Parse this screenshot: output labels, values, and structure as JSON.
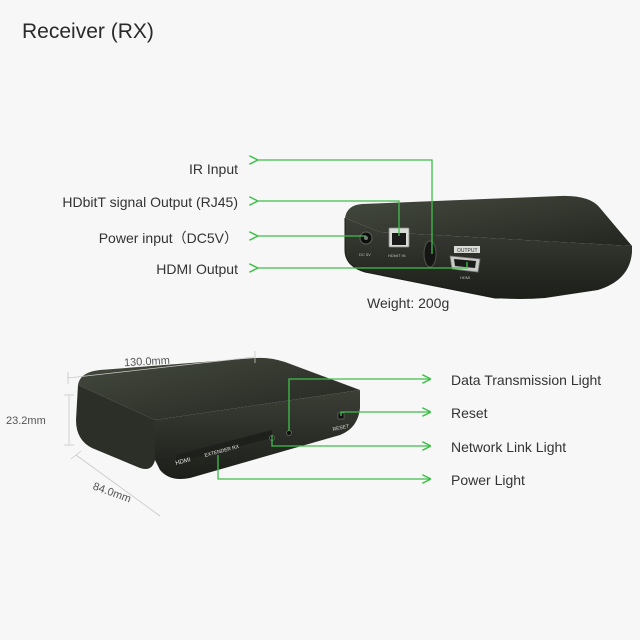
{
  "title": "Receiver (RX)",
  "rear_panel": {
    "callouts": [
      "IR Input",
      "HDbitT signal Output (RJ45)",
      "Power input（DC5V）",
      "HDMI Output"
    ],
    "weight": "Weight: 200g",
    "port_labels": [
      "DC 5V",
      "HDbitT IN",
      "OUTPUT",
      "HDMI"
    ]
  },
  "front_panel": {
    "callouts": [
      "Data Transmission Light",
      "Reset",
      "Network Link Light",
      "Power Light"
    ],
    "reset_label": "RESET",
    "brand_label": "HDMI",
    "model_label": "EXTENDER RX"
  },
  "dimensions": {
    "length": "130.0mm",
    "height": "23.2mm",
    "depth": "84.0mm"
  },
  "colors": {
    "callout_line": "#3fbf4a",
    "device_body": "#34382f",
    "device_top": "#2b2e28",
    "background": "#f6f7f6"
  }
}
